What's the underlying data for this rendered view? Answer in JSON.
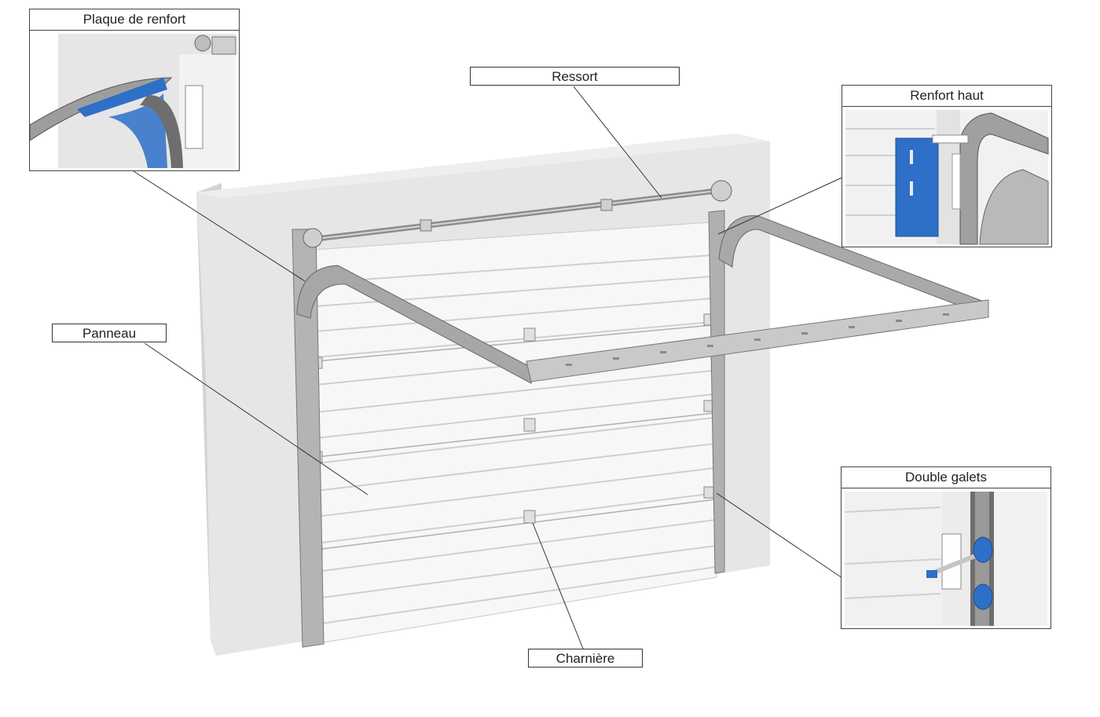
{
  "labels": {
    "plaque": "Plaque de renfort",
    "ressort": "Ressort",
    "renfort_haut": "Renfort haut",
    "panneau": "Panneau",
    "double_galets": "Double galets",
    "charniere": "Charnière"
  },
  "colors": {
    "wall": "#e4e4e4",
    "wall_side": "#d2d2d2",
    "panel": "#f5f5f5",
    "rail": "#a8a8a8",
    "accent_blue": "#2e6fc7",
    "leader": "#333333"
  }
}
